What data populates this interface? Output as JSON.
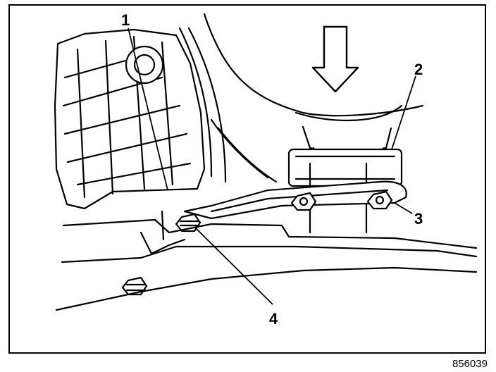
{
  "diagram": {
    "callouts": [
      {
        "id": "1",
        "label": "1"
      },
      {
        "id": "2",
        "label": "2"
      },
      {
        "id": "3",
        "label": "3"
      },
      {
        "id": "4",
        "label": "4"
      }
    ],
    "figure_number": "856039",
    "arrow_direction": "down",
    "line_color": "#000000",
    "background": "#ffffff"
  }
}
